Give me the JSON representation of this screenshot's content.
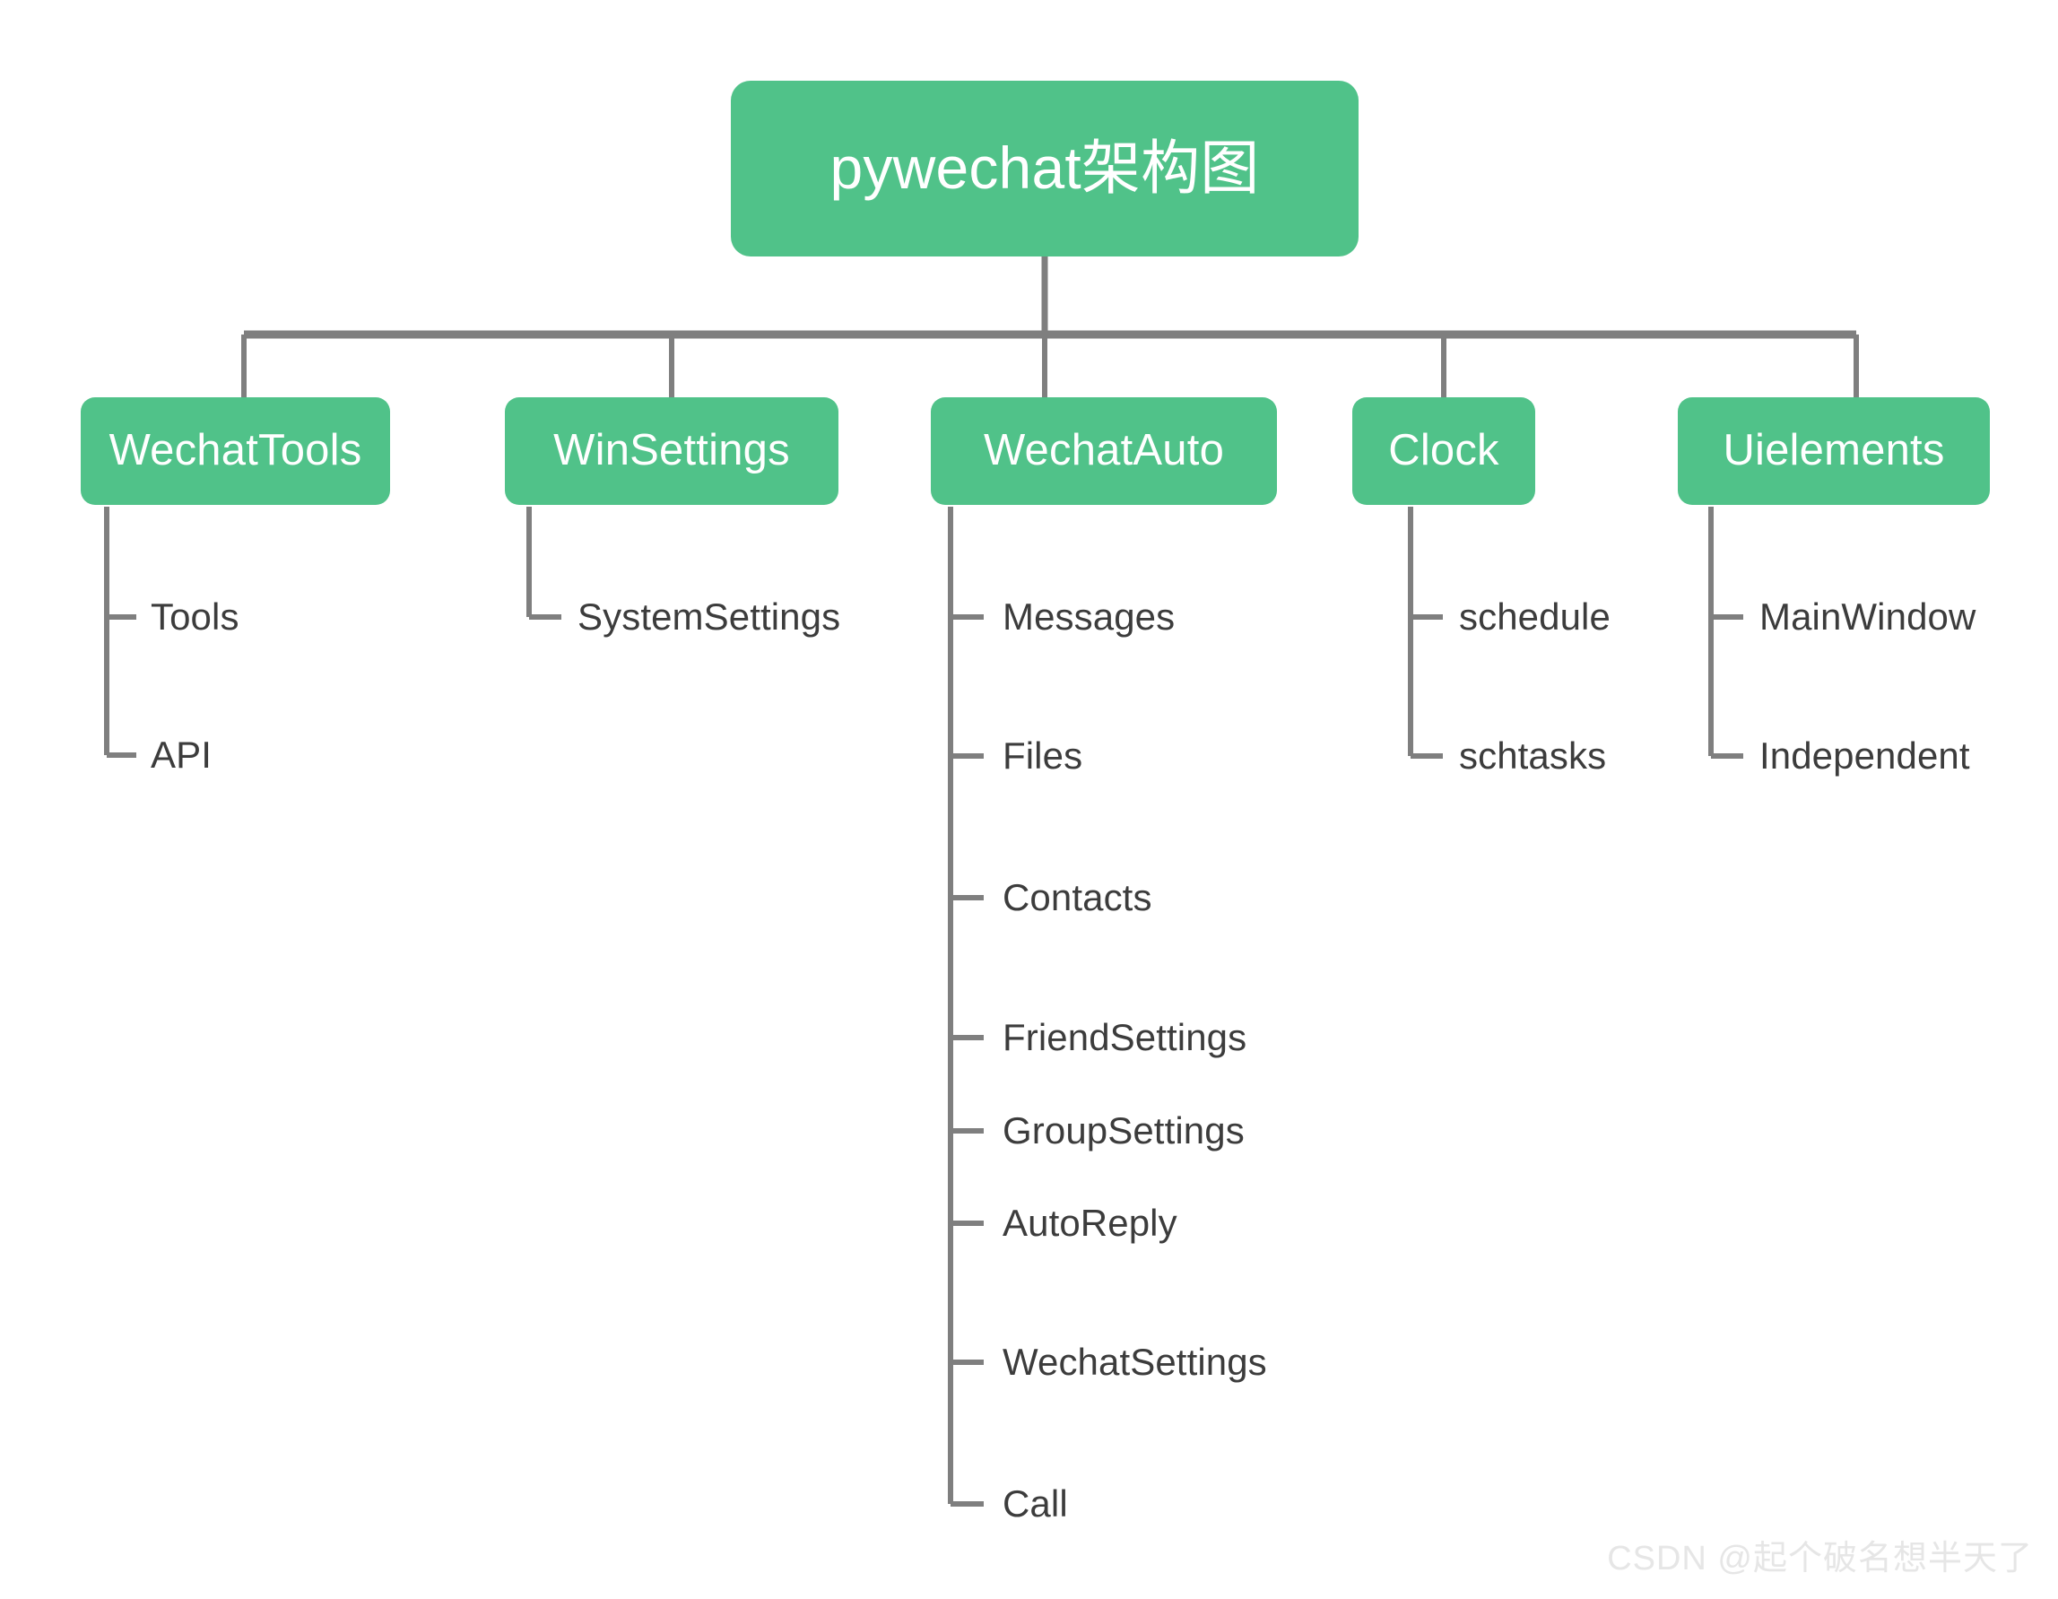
{
  "diagram": {
    "type": "tree",
    "title": "pywechat架构图",
    "colors": {
      "node_fill": "#50c289",
      "node_text": "#ffffff",
      "connector": "#7f7f7f",
      "leaf_text": "#3c3c3c",
      "background": "#ffffff",
      "watermark": "#e6e6e6"
    },
    "root": {
      "label": "pywechat架构图"
    },
    "branches": [
      {
        "label": "WechatTools",
        "children": [
          {
            "label": "Tools"
          },
          {
            "label": "API"
          }
        ]
      },
      {
        "label": "WinSettings",
        "children": [
          {
            "label": "SystemSettings"
          }
        ]
      },
      {
        "label": "WechatAuto",
        "children": [
          {
            "label": "Messages"
          },
          {
            "label": "Files"
          },
          {
            "label": "Contacts"
          },
          {
            "label": "FriendSettings"
          },
          {
            "label": "GroupSettings"
          },
          {
            "label": "AutoReply"
          },
          {
            "label": "WechatSettings"
          },
          {
            "label": "Call"
          }
        ]
      },
      {
        "label": "Clock",
        "children": [
          {
            "label": "schedule"
          },
          {
            "label": "schtasks"
          }
        ]
      },
      {
        "label": "Uielements",
        "children": [
          {
            "label": "MainWindow"
          },
          {
            "label": "Independent"
          }
        ]
      }
    ]
  },
  "watermark": {
    "text": "CSDN @起个破名想半天了"
  }
}
